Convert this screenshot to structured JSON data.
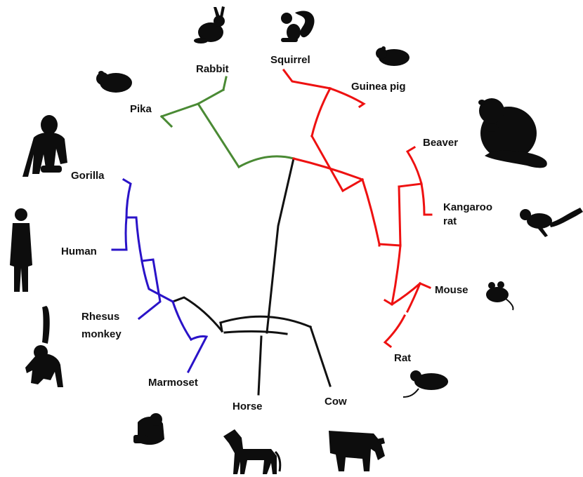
{
  "colors": {
    "lagomorph": "#4a8a34",
    "rodent": "#ee1111",
    "primate": "#2a13c8",
    "other": "#111111",
    "silhouette": "#0d0d0d"
  },
  "taxa": {
    "rabbit": "Rabbit",
    "pika": "Pika",
    "squirrel": "Squirrel",
    "guinea_pig": "Guinea pig",
    "beaver": "Beaver",
    "kangaroo_rat_line1": "Kangaroo",
    "kangaroo_rat_line2": "rat",
    "mouse": "Mouse",
    "rat": "Rat",
    "cow": "Cow",
    "horse": "Horse",
    "marmoset": "Marmoset",
    "rhesus_line1": "Rhesus",
    "rhesus_line2": "monkey",
    "human": "Human",
    "gorilla": "Gorilla"
  },
  "silhouettes": [
    "rabbit-icon",
    "squirrel-icon",
    "pika-icon",
    "guinea-pig-icon",
    "gorilla-icon",
    "beaver-icon",
    "human-icon",
    "kangaroo-rat-icon",
    "mouse-icon",
    "rhesus-monkey-icon",
    "rat-icon",
    "marmoset-icon",
    "horse-icon",
    "cow-icon"
  ]
}
